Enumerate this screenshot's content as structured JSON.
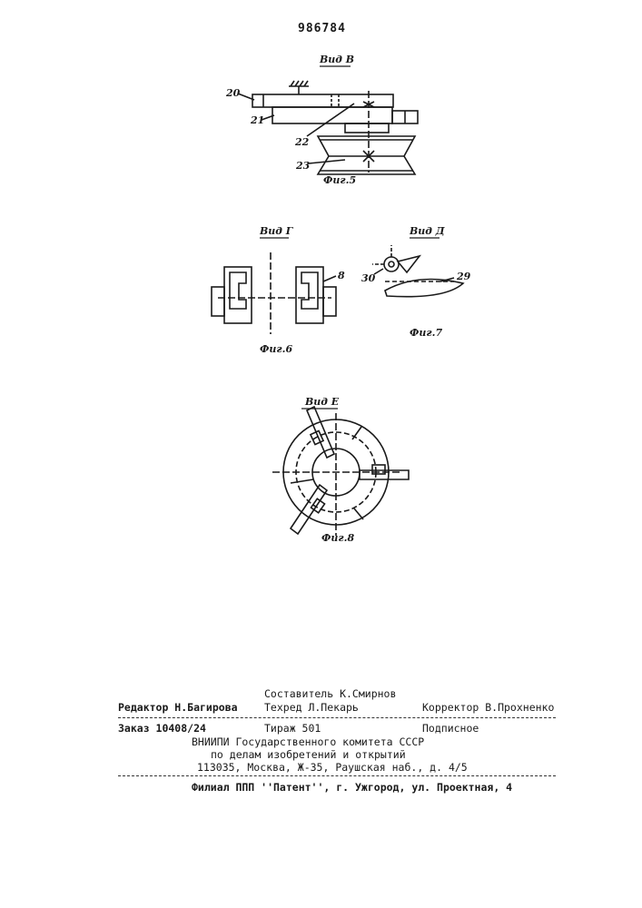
{
  "patent_number": "986784",
  "figures": {
    "fig5": {
      "view_label": "Вид В",
      "caption": "Фиг.5",
      "parts": [
        "20",
        "21",
        "22",
        "23"
      ]
    },
    "fig6": {
      "view_label": "Вид Г",
      "caption": "Фиг.6",
      "parts": [
        "8"
      ]
    },
    "fig7": {
      "view_label": "Вид Д",
      "caption": "Фиг.7",
      "parts": [
        "30",
        "29"
      ]
    },
    "fig8": {
      "view_label": "Вид Е",
      "caption": "Фиг.8"
    }
  },
  "credits": {
    "compiler": "Составитель К.Смирнов",
    "editor": "Редактор Н.Багирова",
    "techred": "Техред Л.Пекарь",
    "corrector": "Корректор В.Прохненко",
    "order": "Заказ 10408/24",
    "circulation": "Тираж 501",
    "subscription": "Подписное",
    "org_line1": "ВНИИПИ Государственного комитета СССР",
    "org_line2": "по делам изобретений и открытий",
    "org_line3": "113035, Москва, Ж-35, Раушская наб., д. 4/5",
    "branch": "Филиал ППП ''Патент'', г. Ужгород, ул. Проектная, 4"
  }
}
